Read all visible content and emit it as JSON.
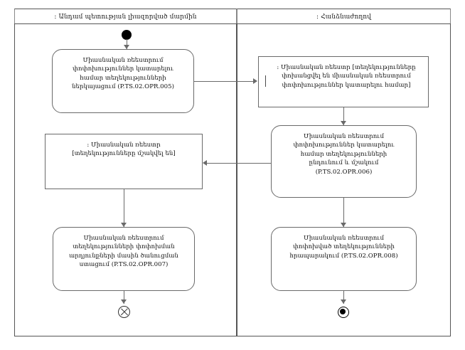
{
  "diagram": {
    "type": "uml-activity-diagram",
    "lanes": [
      {
        "id": "lane-left",
        "title": ": Անդամ պետության լիազորված մարմին"
      },
      {
        "id": "lane-right",
        "title": ": Հանձնաժողով"
      }
    ],
    "nodes": {
      "start": {
        "kind": "initial-node",
        "lane": "lane-left"
      },
      "left_activity_1": {
        "kind": "activity",
        "lane": "lane-left",
        "text": "Միասնական ռեեստրում\nփոփոխություններ կատարելու\nհամար տեղեկությունների\nներկայացում (P.TS.02.OPR.005)",
        "operation_code": "P.TS.02.OPR.005"
      },
      "right_object_1": {
        "kind": "object-state",
        "lane": "lane-right",
        "text": ": Միասնական ռեեստր [տեղեկությունները\nփոխանցվել են  միասնական ռեեստրում\nփոփոխություններ կատարելու համար]"
      },
      "right_activity_1": {
        "kind": "activity",
        "lane": "lane-right",
        "text": "Միասնական ռեեստրում\nփոփոխություններ կատարելու\nհամար տեղեկությունների\nընդունում և մշակում\n(P.TS.02.OPR.006)",
        "operation_code": "P.TS.02.OPR.006"
      },
      "left_object_1": {
        "kind": "object-state",
        "lane": "lane-left",
        "text": ": Միասնական ռեեստր\n[տեղեկությունները մշակվել են]"
      },
      "left_activity_2": {
        "kind": "activity",
        "lane": "lane-left",
        "text": "Միասնական ռեեստրում\nտեղեկությունների փոփոխման\nարդյունքների մասին ծանուցման\nստացում (P.TS.02.OPR.007)",
        "operation_code": "P.TS.02.OPR.007"
      },
      "right_activity_2": {
        "kind": "activity",
        "lane": "lane-right",
        "text": "Միասնական ռեեստրում\nփոփոխված տեղեկությունների\nհրապարակում (P.TS.02.OPR.008)",
        "operation_code": "P.TS.02.OPR.008"
      },
      "left_final": {
        "kind": "flow-final-node",
        "lane": "lane-left"
      },
      "right_final": {
        "kind": "activity-final-node",
        "lane": "lane-right"
      }
    },
    "edges": [
      {
        "from": "start",
        "to": "left_activity_1",
        "direction": "down"
      },
      {
        "from": "left_activity_1",
        "to": "right_object_1",
        "direction": "right"
      },
      {
        "from": "right_object_1",
        "to": "right_activity_1",
        "direction": "down"
      },
      {
        "from": "right_activity_1",
        "to": "left_object_1",
        "direction": "left"
      },
      {
        "from": "right_activity_1",
        "to": "right_activity_2",
        "direction": "down"
      },
      {
        "from": "left_object_1",
        "to": "left_activity_2",
        "direction": "down"
      },
      {
        "from": "left_activity_2",
        "to": "left_final",
        "direction": "down"
      },
      {
        "from": "right_activity_2",
        "to": "right_final",
        "direction": "down"
      }
    ]
  },
  "colors": {
    "background": "#ffffff",
    "node_border": "#6a6a6a",
    "lane_border": "#555555",
    "text": "#111111",
    "marker_fill": "#000000"
  }
}
